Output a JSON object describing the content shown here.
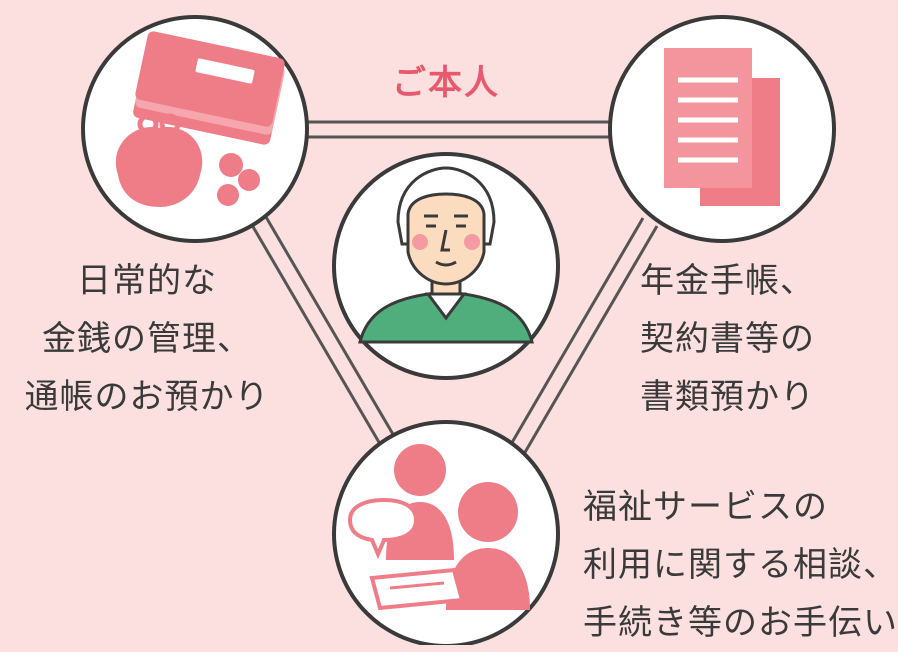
{
  "title": "ご本人",
  "colors": {
    "background": "#fbe0df",
    "accent": "#ee7d88",
    "title": "#e8596d",
    "green": "#4fae7b",
    "outline": "#3a3a3a"
  },
  "nodes": {
    "money": {
      "icon": "wallet-and-passbook-icon",
      "lines": [
        "日常的な",
        "金銭の管理、",
        "通帳のお預かり"
      ]
    },
    "documents": {
      "icon": "documents-icon",
      "lines": [
        "年金手帳、",
        "契約書等の",
        "書類預かり"
      ]
    },
    "consultation": {
      "icon": "consultation-icon",
      "lines": [
        "福祉サービスの",
        "利用に関する相談、",
        "手続き等のお手伝い"
      ]
    },
    "person": {
      "icon": "elderly-person-icon"
    }
  }
}
